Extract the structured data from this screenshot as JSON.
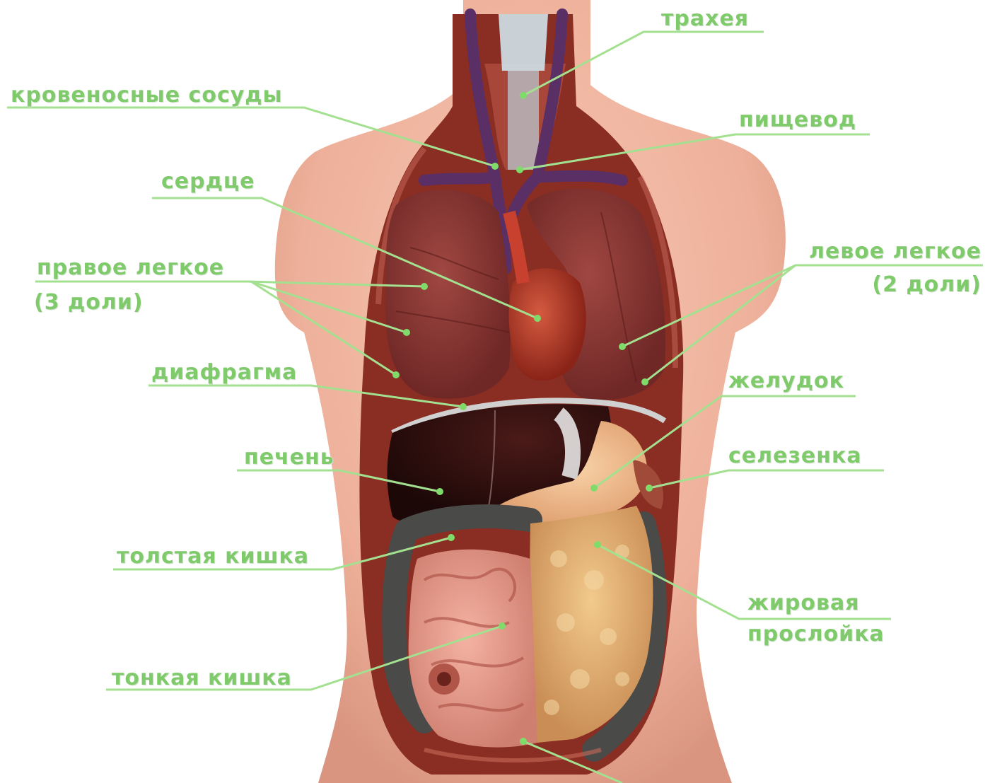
{
  "colors": {
    "label": "#7fca6a",
    "leader": "#a3e08f",
    "skin": "#f0b6a0",
    "skin_shade": "#dc9a82",
    "cavity": "#8a2d22",
    "lung": "#8c3a36",
    "heart": "#b53a2a",
    "liver": "#2a0d0c",
    "stomach": "#f2b98c",
    "fat": "#e2b074",
    "colon": "#4a4a48",
    "intestine": "#e89b8c",
    "vein": "#5a2f66",
    "diaphragm": "#c8c8c8"
  },
  "labels": {
    "trachea": "трахея",
    "vessels": "кровеносные сосуды",
    "esophagus": "пищевод",
    "heart": "сердце",
    "right_lung_1": "правое легкое",
    "right_lung_2": "(3 доли)",
    "left_lung_1": "левое легкое",
    "left_lung_2": "(2 доли)",
    "diaphragm": "диафрагма",
    "stomach": "желудок",
    "liver": "печень",
    "spleen": "селезенка",
    "colon": "толстая кишка",
    "fat_1": "жировая",
    "fat_2": "прослойка",
    "small_intestine": "тонкая кишка"
  }
}
